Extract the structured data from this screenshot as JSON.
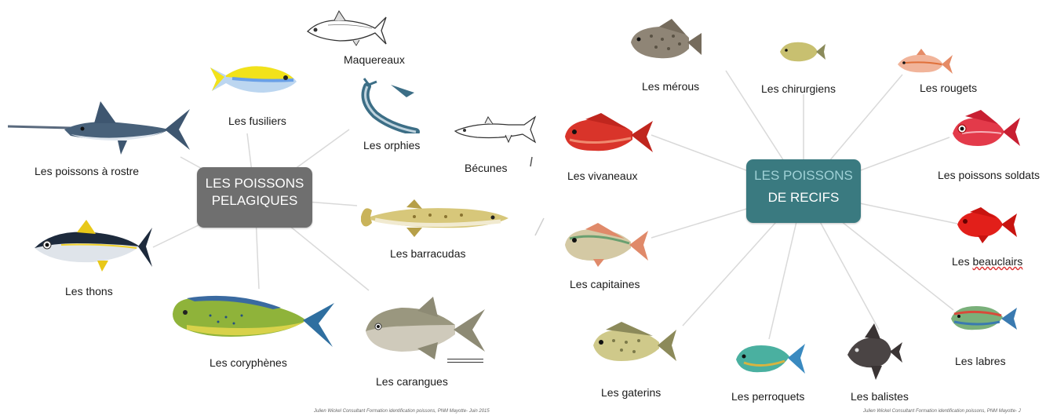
{
  "pelagic": {
    "hub_line1": "LES POISSONS",
    "hub_line2": "PELAGIQUES",
    "hub_color": "#6f6f6f",
    "labels": {
      "maquereaux": "Maquereaux",
      "fusiliers": "Les fusiliers",
      "orphies": "Les orphies",
      "becunes": "Bécunes",
      "rostre": "Les poissons à rostre",
      "thons": "Les thons",
      "barracudas": "Les barracudas",
      "coryphenes": "Les coryphènes",
      "carangues": "Les carangues"
    },
    "credit": "Julien Wickel Consultant Formation identification poissons, PNM Mayotte- Juin 2015"
  },
  "reef": {
    "hub_line1": "LES POISSONS",
    "hub_line2": "DE RECIFS",
    "hub_color": "#3a7a80",
    "labels": {
      "merous": "Les mérous",
      "chirurgiens": "Les chirurgiens",
      "rougets": "Les rougets",
      "vivaneaux": "Les vivaneaux",
      "soldats": "Les poissons soldats",
      "beauclairs_prefix": "Les ",
      "beauclairs_word": "beauclairs",
      "capitaines": "Les capitaines",
      "labres": "Les labres",
      "gaterins": "Les gaterins",
      "perroquets": "Les perroquets",
      "balistes": "Les balistes"
    },
    "credit": "Julien Wickel Consultant Formation identification poissons, PNM Mayotte- J"
  }
}
